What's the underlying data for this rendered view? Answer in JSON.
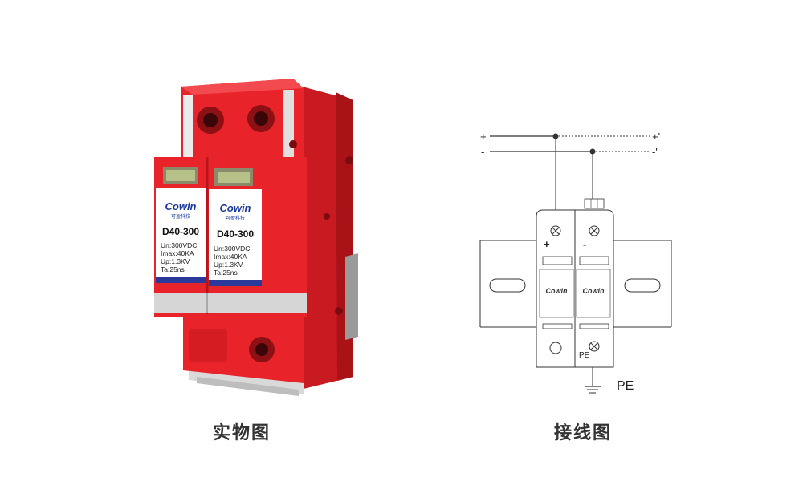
{
  "product_photo": {
    "brand": "Cowin",
    "brand_cn": "可盈科技",
    "module_left": {
      "model": "D40-300",
      "specs": [
        "Un:300VDC",
        "Imax:40KA",
        "Up:1.3KV",
        "Ta:25ns"
      ]
    },
    "module_right": {
      "model": "D40-300",
      "specs": [
        "Un:300VDC",
        "Imax:40KA",
        "Up:1.3KV",
        "Ta:25ns"
      ]
    }
  },
  "wiring": {
    "plus_in": "+",
    "minus_in": "-",
    "plus_out": "+'",
    "minus_out": "-'",
    "module_plus": "+",
    "module_minus": "-",
    "pe_on_module": "PE",
    "pe_ground": "PE",
    "brand": "Cowin"
  },
  "captions": {
    "left": "实物图",
    "right": "接线图"
  },
  "colors": {
    "device_red": "#e8242a",
    "device_red_dark": "#b5151b",
    "label_blue": "#2a3a9a",
    "brand_blue": "#1a3a9c",
    "line": "#333333"
  }
}
